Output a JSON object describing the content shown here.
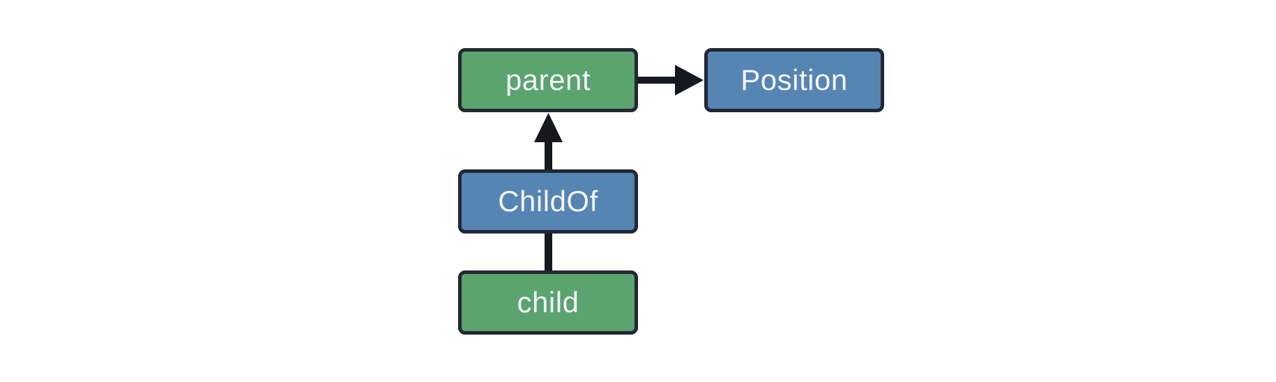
{
  "diagram": {
    "type": "flowchart",
    "background_color": "#ffffff",
    "edge_color": "#15181e",
    "node_border_color": "#222833",
    "node_label_color": "#f3f4f8",
    "node_fill_green": "#5ba36f",
    "node_fill_blue": "#5685b4",
    "nodes": [
      {
        "id": "parent",
        "label": "parent",
        "fill": "#5ba36f"
      },
      {
        "id": "position",
        "label": "Position",
        "fill": "#5685b4"
      },
      {
        "id": "childof",
        "label": "ChildOf",
        "fill": "#5685b4"
      },
      {
        "id": "child",
        "label": "child",
        "fill": "#5ba36f"
      }
    ],
    "edges": [
      {
        "from": "parent",
        "to": "Position",
        "arrowhead": true,
        "direction": "right"
      },
      {
        "from": "ChildOf",
        "to": "parent",
        "arrowhead": true,
        "direction": "up"
      },
      {
        "from": "child",
        "to": "ChildOf",
        "arrowhead": false,
        "direction": "up"
      }
    ]
  }
}
